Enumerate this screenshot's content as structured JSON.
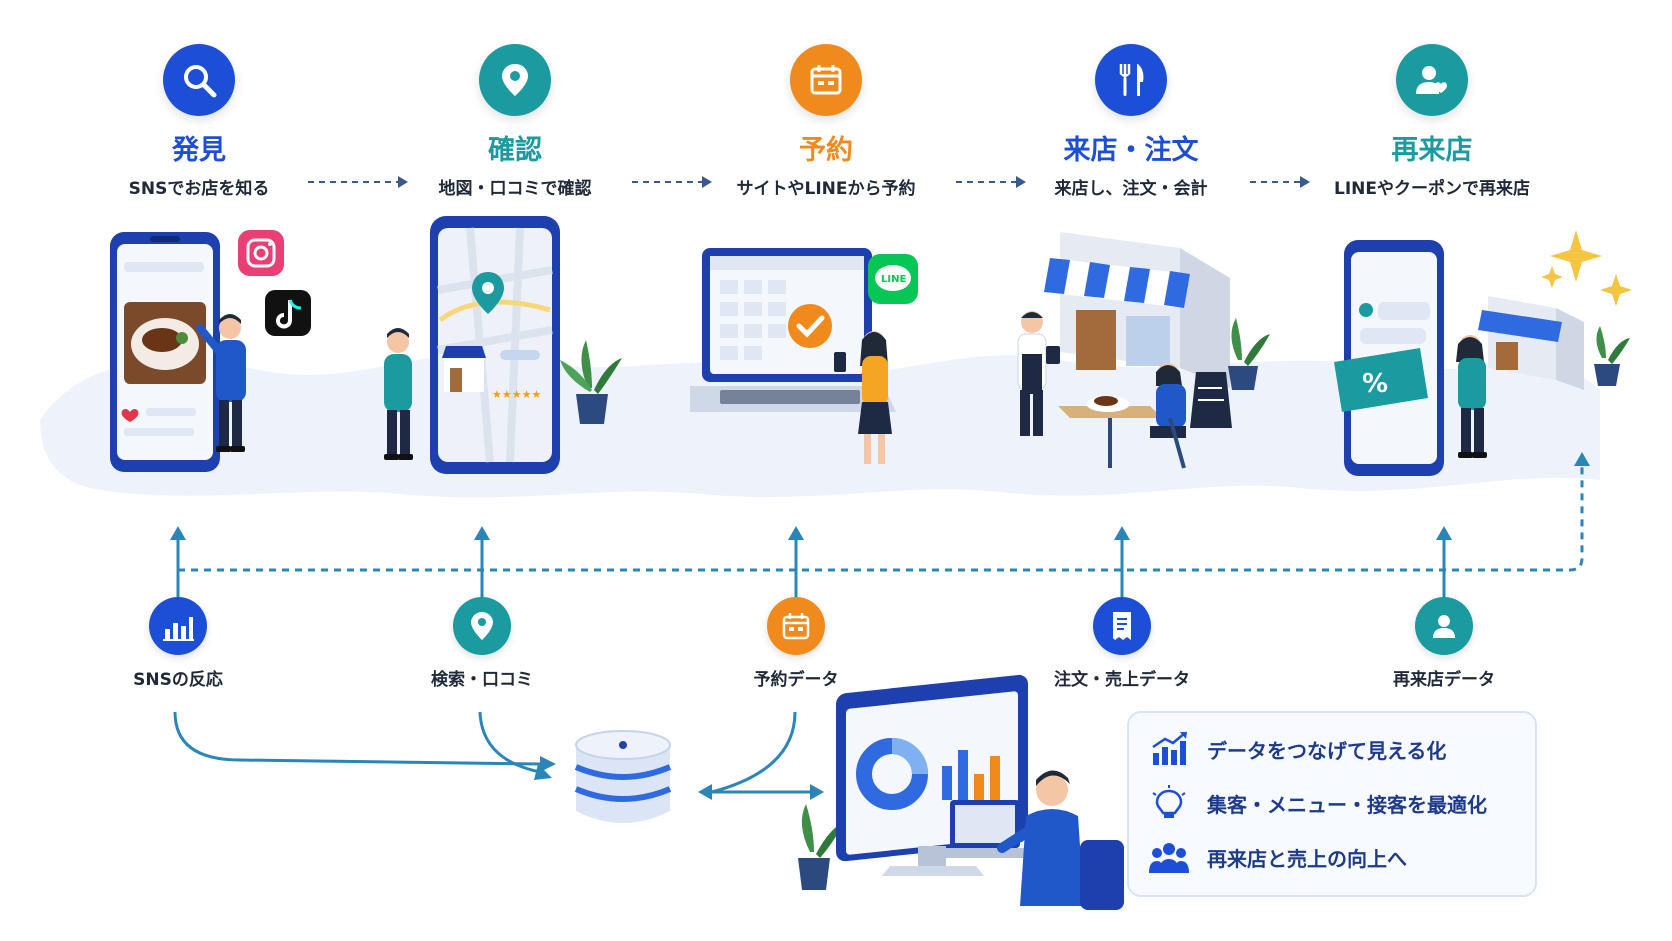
{
  "steps": [
    {
      "title": "発見",
      "sub": "SNSでお店を知る",
      "color": "#1d4fd6",
      "icon": "search-icon"
    },
    {
      "title": "確認",
      "sub": "地図・口コミで確認",
      "color": "#1b9aa0",
      "icon": "map-pin-icon"
    },
    {
      "title": "予約",
      "sub": "サイトやLINEから予約",
      "color": "#f08a1c",
      "icon": "calendar-icon"
    },
    {
      "title": "来店・注文",
      "sub": "来店し、注文・会計",
      "color": "#1d4fd6",
      "icon": "fork-knife-icon"
    },
    {
      "title": "再来店",
      "sub": "LINEやクーポンで再来店",
      "color": "#1b9aa0",
      "icon": "user-heart-icon"
    }
  ],
  "data_sources": [
    {
      "label": "SNSの反応",
      "color": "#1d4fd6",
      "icon": "bar-chart-icon"
    },
    {
      "label": "検索・口コミ",
      "color": "#1b9aa0",
      "icon": "map-pin-icon"
    },
    {
      "label": "予約データ",
      "color": "#f08a1c",
      "icon": "calendar-icon"
    },
    {
      "label": "注文・売上データ",
      "color": "#1d4fd6",
      "icon": "receipt-icon"
    },
    {
      "label": "再来店データ",
      "color": "#1b9aa0",
      "icon": "user-icon"
    }
  ],
  "badges": {
    "line": "LINE",
    "coupon": "%"
  },
  "benefits": [
    {
      "text": "データをつなげて見える化",
      "icon": "growth-chart-icon"
    },
    {
      "text": "集客・メニュー・接客を最適化",
      "icon": "lightbulb-icon"
    },
    {
      "text": "再来店と売上の向上へ",
      "icon": "people-icon"
    }
  ],
  "colors": {
    "blue": "#1d4fd6",
    "teal": "#1b9aa0",
    "orange": "#f08a1c",
    "navy": "#1e3a8a",
    "line_green": "#06c755",
    "connector": "#2b86b8"
  }
}
